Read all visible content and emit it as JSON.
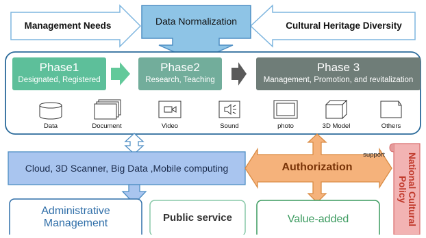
{
  "top": {
    "left_label": "Management Needs",
    "center_label": "Data Normalization",
    "right_label": "Cultural Heritage Diversity"
  },
  "phases": [
    {
      "title": "Phase1",
      "subtitle": "Designated, Registered",
      "color": "#5dbf9a"
    },
    {
      "title": "Phase2",
      "subtitle": "Research, Teaching",
      "color": "#72ad9b"
    },
    {
      "title": "Phase 3",
      "subtitle": "Management, Promotion, and revitalization",
      "color": "#6f7d78"
    }
  ],
  "media_types": [
    {
      "label": "Data",
      "icon": "cylinder-icon"
    },
    {
      "label": "Document",
      "icon": "stacked-pages-icon"
    },
    {
      "label": "Video",
      "icon": "video-camera-icon"
    },
    {
      "label": "Sound",
      "icon": "speaker-icon"
    },
    {
      "label": "photo",
      "icon": "photo-frame-icon"
    },
    {
      "label": "3D Model",
      "icon": "cube-icon"
    },
    {
      "label": "Others",
      "icon": "folded-page-icon"
    }
  ],
  "technology_label": "Cloud, 3D Scanner, Big Data ,Mobile computing",
  "authorization_label": "Authorization",
  "support_label": "support",
  "policy_label": "National Cultural Policy",
  "outcomes": [
    {
      "label": "Administrative Management",
      "color": "#2f6ea8"
    },
    {
      "label": "Public service",
      "color": "#333333"
    },
    {
      "label": "Value-added",
      "color": "#3a9a5e"
    }
  ],
  "colors": {
    "top_box": "#8ec4e6",
    "tech_box": "#a9c5ef",
    "authorization": "#f5b27b",
    "policy_scroll": "#f2b3b3",
    "frame": "#2a6a9a"
  }
}
